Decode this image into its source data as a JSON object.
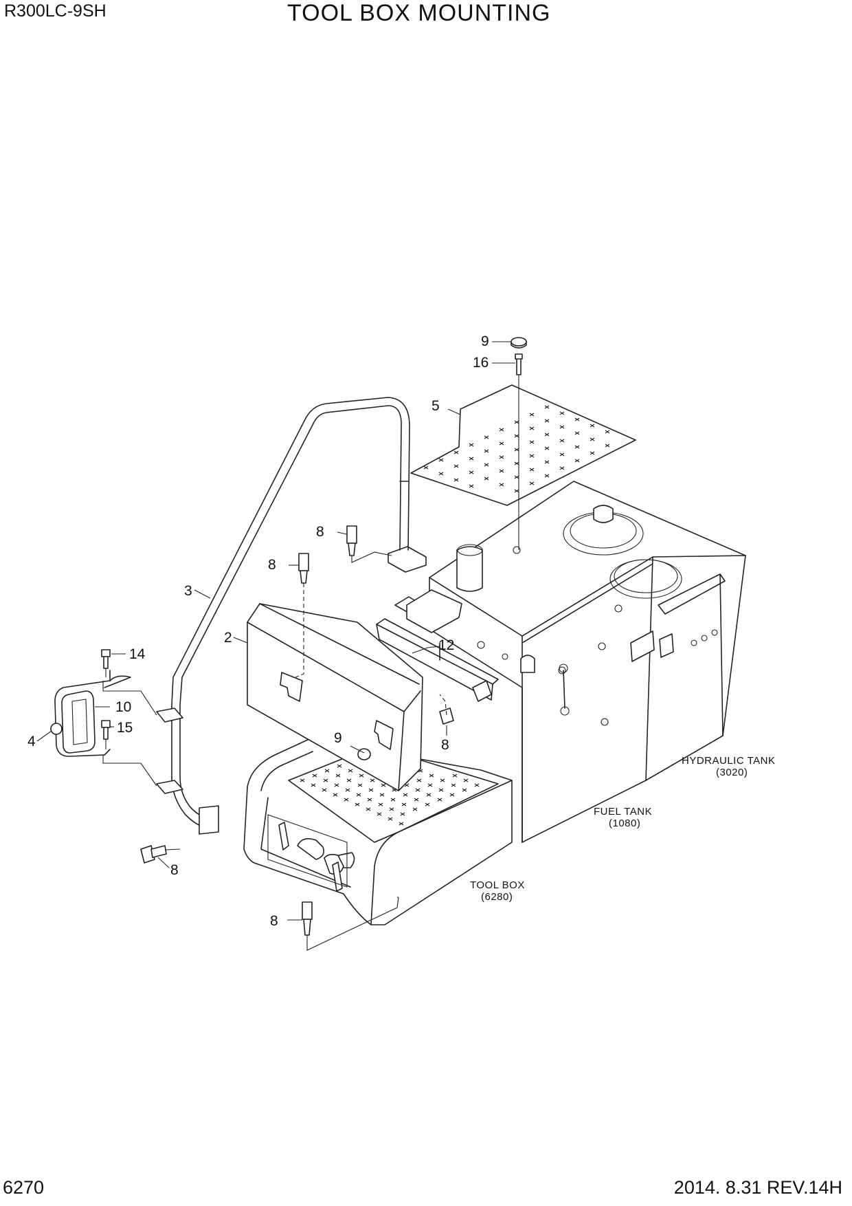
{
  "header": {
    "model": "R300LC-9SH",
    "title": "TOOL BOX MOUNTING"
  },
  "footer": {
    "page_number": "6270",
    "revision": "2014. 8.31  REV.14H"
  },
  "callouts": {
    "c1": "9",
    "c2": "16",
    "c3": "5",
    "c4": "8",
    "c5": "8",
    "c6": "3",
    "c7": "2",
    "c8": "12",
    "c9": "14",
    "c10": "10",
    "c11": "15",
    "c12": "4",
    "c13": "9",
    "c14": "8",
    "c15": "8",
    "c16": "8"
  },
  "labels": {
    "hydraulic_name": "HYDRAULIC TANK",
    "hydraulic_code": "(3020)",
    "fuel_name": "FUEL TANK",
    "fuel_code": "(1080)",
    "toolbox_name": "TOOL BOX",
    "toolbox_code": "(6280)"
  }
}
